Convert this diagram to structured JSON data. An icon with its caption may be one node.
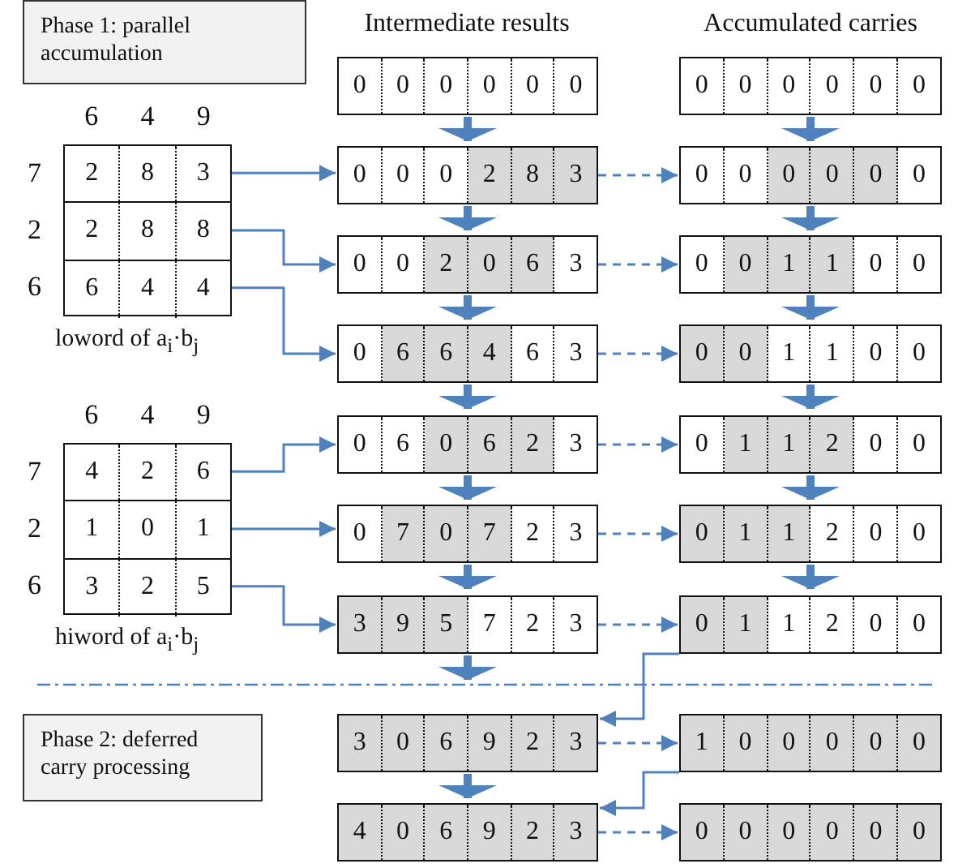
{
  "diagram": {
    "nodes": [
      {
        "text": [
          "Phase 1: parallel accumulation"
        ]
      },
      {
        "text": [
          "0",
          "0",
          "0",
          "0",
          "0",
          "0"
        ]
      },
      {
        "text": [
          "0",
          "0",
          "0",
          "0",
          "0",
          "0"
        ]
      },
      {
        "text": [
          "loword of a$_{i}$·b$_{j}$"
        ]
      },
      {
        "text": [
          "2",
          "8",
          "3"
        ],
        "in": 3,
        "beside": [
          "7"
        ]
      },
      {
        "text": [
          "0",
          "0",
          "0",
          "2",
          "8",
          "3"
        ]
      },
      {
        "text": [
          "0",
          "0",
          "0",
          "0",
          "0",
          "0"
        ]
      },
      {
        "text": [
          "2",
          "8",
          "8"
        ],
        "in": 3,
        "beside": [
          "2"
        ]
      },
      {
        "text": [
          "0",
          "0",
          "2",
          "0",
          "6",
          "3"
        ]
      },
      {
        "text": [
          "0",
          "0",
          "1",
          "1",
          "0",
          "0"
        ]
      },
      {
        "text": [
          "6",
          "4",
          "4"
        ],
        "in": 3,
        "beside": [
          "6"
        ]
      },
      {
        "text": [
          "0",
          "6",
          "6",
          "4",
          "6",
          "3"
        ]
      },
      {
        "text": [
          "0",
          "0",
          "1",
          "1",
          "0",
          "0"
        ]
      },
      {
        "text": [
          "hiword of a$_{i}$·b$_{j}$"
        ]
      },
      {
        "text": [
          "4",
          "2",
          "6"
        ],
        "in": 13,
        "beside": [
          "7"
        ]
      },
      {
        "text": [
          "0",
          "6",
          "0",
          "6",
          "2",
          "3"
        ]
      },
      {
        "text": [
          "0",
          "1",
          "1",
          "2",
          "0",
          "0"
        ]
      },
      {
        "text": [
          "1",
          "0",
          "1"
        ],
        "in": 13,
        "beside": [
          "2"
        ]
      },
      {
        "text": [
          "0",
          "7",
          "0",
          "7",
          "2",
          "3"
        ]
      },
      {
        "text": [
          "0",
          "1",
          "1",
          "2",
          "0",
          "0"
        ]
      },
      {
        "text": [
          "3",
          "2",
          "5"
        ],
        "in": 13,
        "beside": [
          "6"
        ]
      },
      {
        "text": [
          "3",
          "9",
          "5",
          "7",
          "2",
          "3"
        ]
      },
      {
        "text": [
          "0",
          "1",
          "1",
          "2",
          "0",
          "0"
        ]
      },
      {
        "text": [
          "Phase 2: deferred carry processing"
        ]
      },
      {
        "text": [
          "3",
          "0",
          "6",
          "9",
          "2",
          "3"
        ]
      },
      {
        "text": [
          "1",
          "0",
          "0",
          "0",
          "0",
          "0"
        ]
      },
      {
        "text": [
          "4",
          "0",
          "6",
          "9",
          "2",
          "3"
        ]
      },
      {
        "text": [
          "0",
          "0",
          "0",
          "0",
          "0",
          "0"
        ]
      }
    ],
    "edges": [
      {
        "from": 1,
        "to": 5,
        "arrow": "to",
        "style": "thick"
      },
      {
        "from": 2,
        "to": 6,
        "arrow": "to",
        "style": "thick"
      },
      {
        "from": 4,
        "to": 5,
        "arrow": "to"
      },
      {
        "from": 5,
        "to": 6,
        "arrow": "to",
        "style": "dashed"
      },
      {
        "from": 5,
        "to": 8,
        "arrow": "to",
        "style": "thick"
      },
      {
        "from": 6,
        "to": 9,
        "arrow": "to",
        "style": "thick"
      },
      {
        "from": 7,
        "to": 8,
        "arrow": "to"
      },
      {
        "from": 8,
        "to": 9,
        "arrow": "to",
        "style": "dashed"
      },
      {
        "from": 8,
        "to": 11,
        "arrow": "to",
        "style": "thick"
      },
      {
        "from": 9,
        "to": 12,
        "arrow": "to",
        "style": "thick"
      },
      {
        "from": 10,
        "to": 11,
        "arrow": "to"
      },
      {
        "from": 11,
        "to": 12,
        "arrow": "to",
        "style": "dashed"
      },
      {
        "from": 11,
        "to": 15,
        "arrow": "to",
        "style": "thick"
      },
      {
        "from": 12,
        "to": 16,
        "arrow": "to",
        "style": "thick"
      },
      {
        "from": 14,
        "to": 15,
        "arrow": "to"
      },
      {
        "from": 15,
        "to": 16,
        "arrow": "to",
        "style": "dashed"
      },
      {
        "from": 15,
        "to": 18,
        "arrow": "to",
        "style": "thick"
      },
      {
        "from": 16,
        "to": 19,
        "arrow": "to",
        "style": "thick"
      },
      {
        "from": 17,
        "to": 18,
        "arrow": "to"
      },
      {
        "from": 18,
        "to": 19,
        "arrow": "to",
        "style": "dashed"
      },
      {
        "from": 18,
        "to": 21,
        "arrow": "to",
        "style": "thick"
      },
      {
        "from": 19,
        "to": 22,
        "arrow": "to",
        "style": "thick"
      },
      {
        "from": 20,
        "to": 21,
        "arrow": "to"
      },
      {
        "from": 21,
        "to": 22,
        "arrow": "to",
        "style": "dashed"
      },
      {
        "from": 21,
        "to": 24,
        "arrow": "to",
        "style": "thick"
      },
      {
        "from": 22,
        "to": 24,
        "arrow": "to"
      },
      {
        "from": 24,
        "to": 25,
        "arrow": "to",
        "style": "dashed"
      },
      {
        "from": 24,
        "to": 26,
        "arrow": "to",
        "style": "thick"
      },
      {
        "from": 25,
        "to": 26,
        "arrow": "to"
      },
      {
        "from": 26,
        "to": 27,
        "arrow": "to",
        "style": "dashed"
      }
    ],
    "labels": [
      "Intermediate results",
      "Accumulated carries",
      "6",
      "4",
      "9",
      "6",
      "4",
      "9"
    ]
  }
}
